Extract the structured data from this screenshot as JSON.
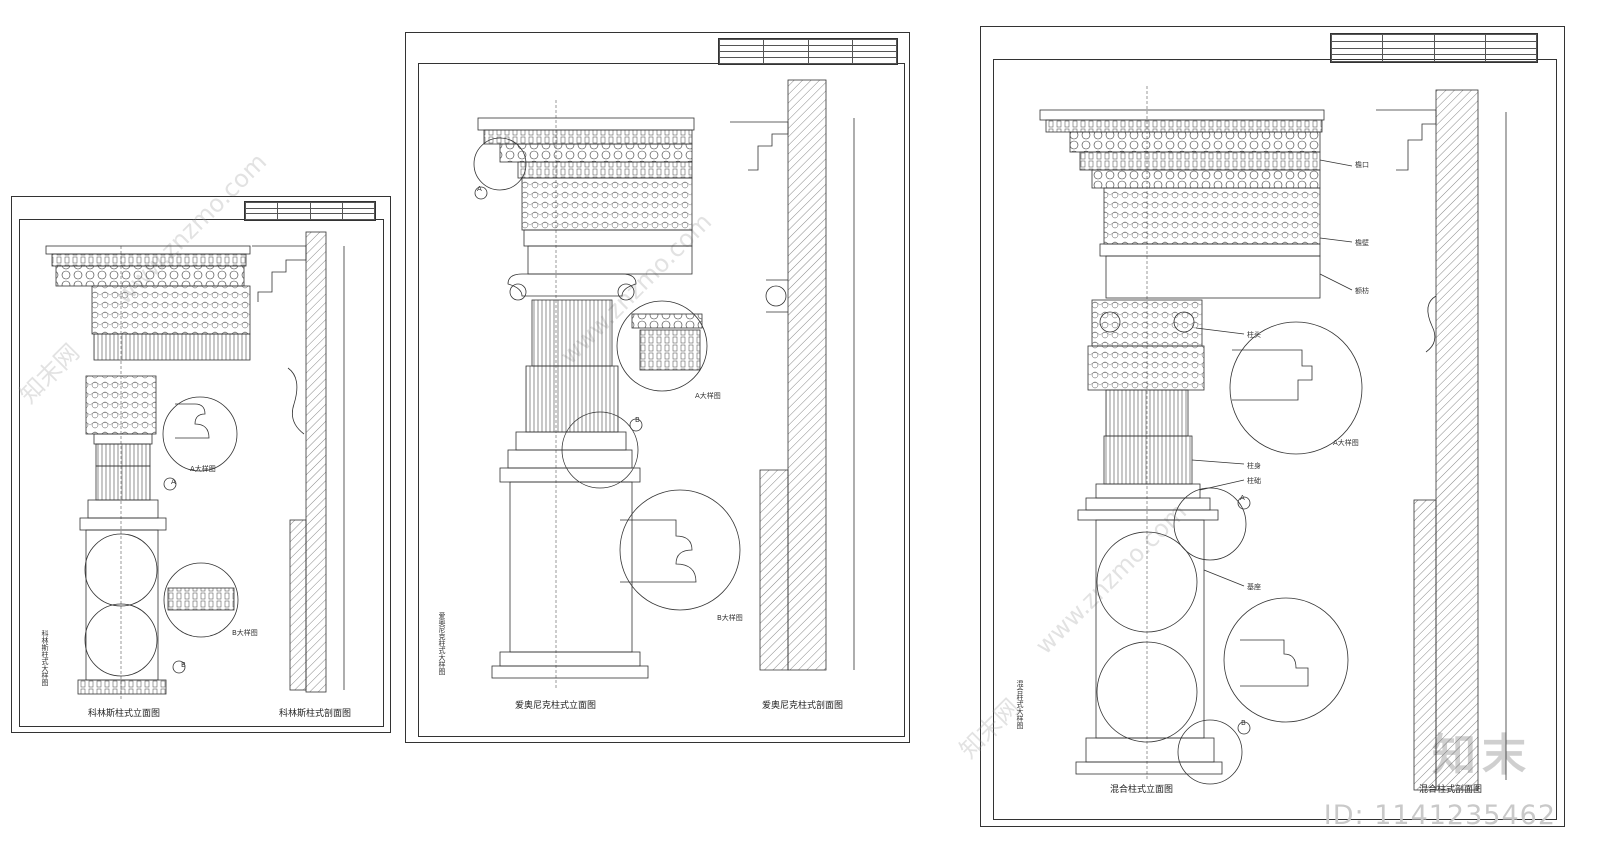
{
  "sheets": [
    {
      "id": "corinthian",
      "elevation_caption": "科林斯柱式立面图",
      "section_caption": "科林斯柱式剖面图",
      "side_label": "科林斯柱式大样图",
      "detail_labels": [
        "A大样图",
        "B大样图"
      ],
      "markers": [
        "A",
        "B"
      ]
    },
    {
      "id": "ionic",
      "elevation_caption": "爱奥尼克柱式立面图",
      "section_caption": "爱奥尼克柱式剖面图",
      "side_label": "爱奥尼克柱式大样图",
      "detail_labels": [
        "A大样图",
        "B大样图"
      ],
      "markers": [
        "A",
        "B"
      ]
    },
    {
      "id": "composite",
      "elevation_caption": "混合柱式立面图",
      "section_caption": "混合柱式剖面图",
      "side_label": "混合柱式大样图",
      "detail_labels": [
        "A大样图"
      ],
      "markers": [
        "A",
        "B"
      ],
      "callouts": [
        "檐口",
        "檐壁",
        "额枋",
        "柱头",
        "柱身",
        "柱础",
        "基座"
      ]
    }
  ],
  "watermark": {
    "site": "www.znzmo.com",
    "brand": "知末网",
    "logo": "知末",
    "id_text": "ID: 1141235462"
  }
}
